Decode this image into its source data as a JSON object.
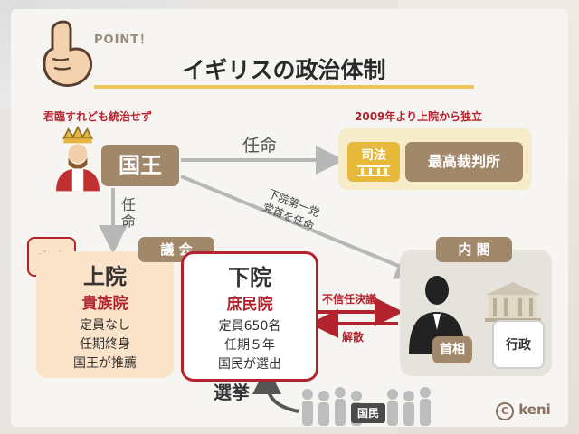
{
  "header": {
    "point": "POINT！",
    "title": "イギリスの政治体制"
  },
  "notes": {
    "king_note": "君臨すれども統治せず",
    "court_note": "2009年より上院から独立"
  },
  "king": {
    "label": "国王"
  },
  "arrows": {
    "ninmei_top": "任命",
    "ninmei_left": "任命",
    "cabinet_note": "下院第一党\n党首を任命",
    "fushinin": "不信任決議",
    "kaisan": "解散",
    "senkyo": "選挙"
  },
  "court": {
    "badge": "司法",
    "name": "最高裁判所"
  },
  "legislature": {
    "badge": "立法",
    "tag": "議 会"
  },
  "upper_house": {
    "title": "上院",
    "subtitle": "貴族院",
    "lines": [
      "定員なし",
      "任期終身",
      "国王が推薦"
    ]
  },
  "lower_house": {
    "title": "下院",
    "subtitle": "庶民院",
    "lines": [
      "定員650名",
      "任期５年",
      "国民が選出"
    ]
  },
  "cabinet": {
    "tag": "内 閣",
    "pm": "首相",
    "executive": "行政"
  },
  "people": {
    "label": "国民"
  },
  "footer": {
    "copyright": "keni"
  },
  "colors": {
    "accent_yellow": "#e8c65a",
    "brown": "#a2886a",
    "red": "#b3232d",
    "gray_arrow": "#b7b7b7"
  }
}
